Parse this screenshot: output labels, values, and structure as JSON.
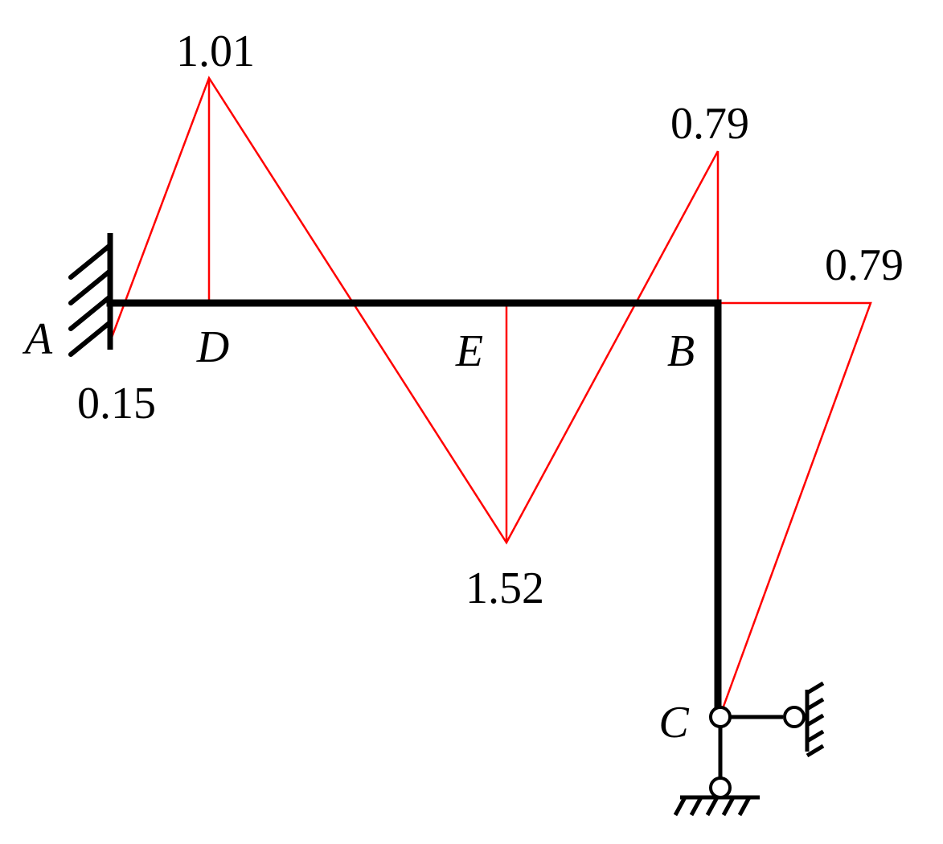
{
  "nodes": {
    "a": "A",
    "b": "B",
    "c": "C",
    "d": "D",
    "e": "E"
  },
  "values": {
    "a_bottom": "0.15",
    "d_peak": "1.01",
    "e_peak": "1.52",
    "b_top": "0.79",
    "b_right": "0.79"
  },
  "colors": {
    "structure": "#000000",
    "diagram": "#ff0000"
  }
}
